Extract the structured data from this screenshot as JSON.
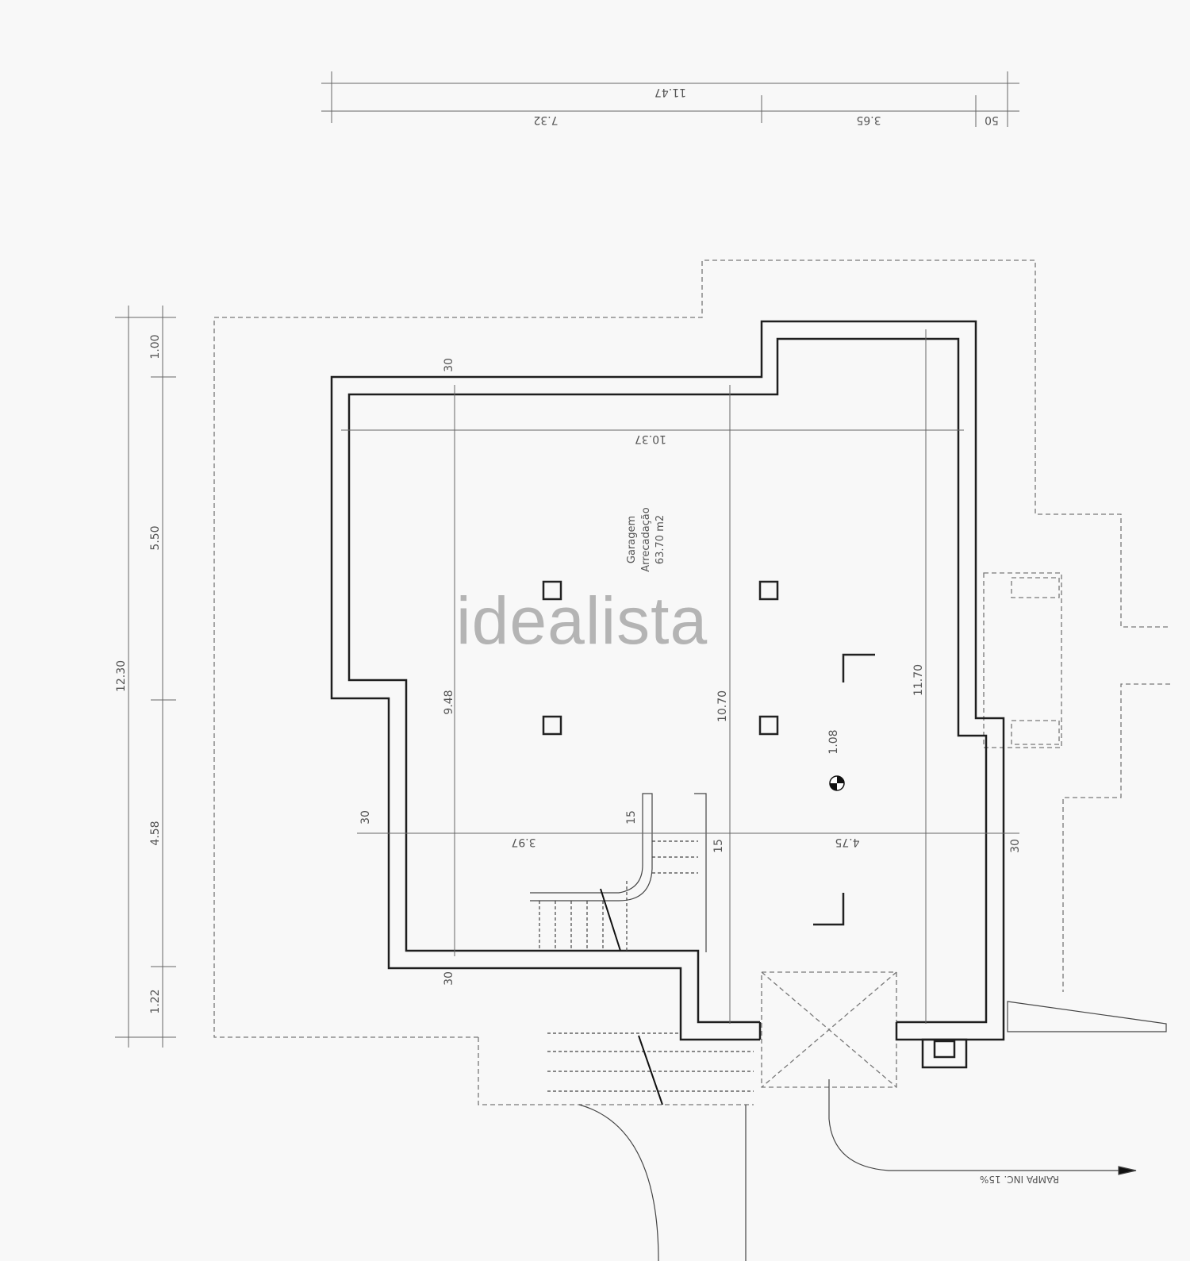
{
  "watermark": "idealista",
  "room": {
    "name": "Garagem",
    "use": "Arrecadação",
    "area": "63.70 m2"
  },
  "ramp_label": "RAMPA INC. 15%",
  "dimensions": {
    "top_total": "11.47",
    "top_segments": [
      "7.32",
      "3.65",
      "50"
    ],
    "left_total": "12.30",
    "left_segments": [
      "1.00",
      "5.50",
      "4.58",
      "1.22"
    ],
    "interior_width": "10.37",
    "interior_heights": [
      "9.48",
      "10.70",
      "11.70"
    ],
    "lower_widths": [
      "3.97",
      "4.75"
    ],
    "wall_thickness": [
      "30",
      "30",
      "30",
      "30"
    ],
    "small": [
      "15",
      "15",
      "1.08"
    ]
  },
  "colors": {
    "wall": "#222222",
    "dimension": "#666666",
    "watermark": "#a9a9a9"
  }
}
